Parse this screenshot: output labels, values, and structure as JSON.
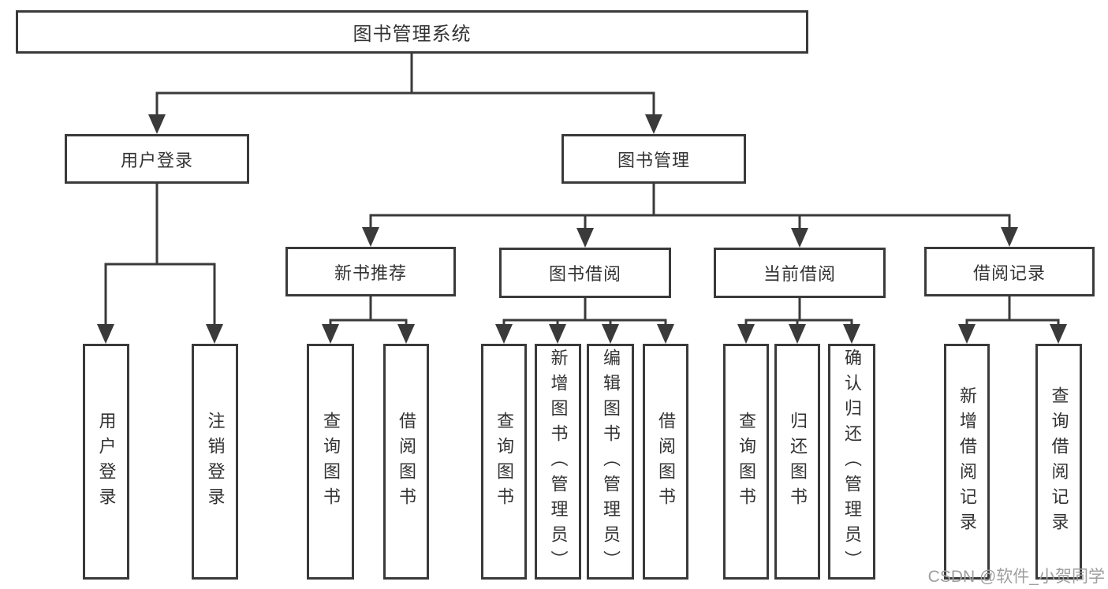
{
  "diagram": {
    "root": {
      "label": "图书管理系统"
    },
    "level2": [
      {
        "label": "用户登录"
      },
      {
        "label": "图书管理"
      }
    ],
    "level3": [
      {
        "label": "新书推荐"
      },
      {
        "label": "图书借阅"
      },
      {
        "label": "当前借阅"
      },
      {
        "label": "借阅记录"
      }
    ],
    "leaves": {
      "user_login": [
        "用户登录",
        "注销登录"
      ],
      "new_book": [
        "查询图书",
        "借阅图书"
      ],
      "book_borrow": [
        "查询图书",
        "新增图书（管理员）",
        "编辑图书（管理员）",
        "借阅图书"
      ],
      "current_borrow": [
        "查询图书",
        "归还图书",
        "确认归还（管理员）"
      ],
      "borrow_record": [
        "新增借阅记录",
        "查询借阅记录"
      ]
    }
  },
  "watermark": "CSDN @软件_小贺同学",
  "colors": {
    "line": "#3a3a3a",
    "text": "#333333",
    "background": "#ffffff",
    "watermark": "#9e9e9e"
  }
}
